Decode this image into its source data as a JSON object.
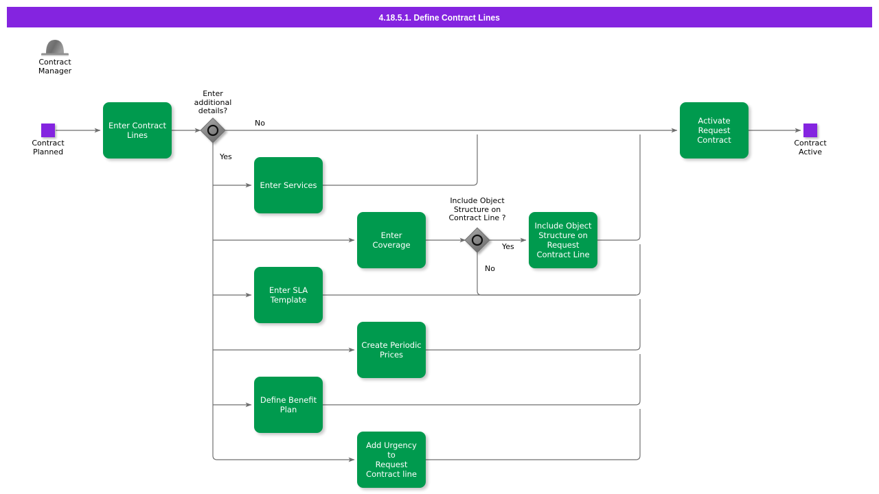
{
  "header": {
    "title": "4.18.5.1. Define Contract Lines",
    "bg_color": "#8424e0",
    "text_color": "#ffffff"
  },
  "colors": {
    "task_green": "#009a4e",
    "event_purple": "#8424e0",
    "gateway_gray": "#808080",
    "flow_line": "#6e6e6e",
    "text_dark": "#000000",
    "task_text": "#ffffff"
  },
  "lane": {
    "actor_icon": "bowler-hat-icon",
    "actor_label": "Contract\nManager"
  },
  "events": [
    {
      "id": "start",
      "type": "start-event",
      "label": "Contract\nPlanned",
      "color": "#8424e0"
    },
    {
      "id": "end",
      "type": "end-event",
      "label": "Contract\nActive",
      "color": "#8424e0"
    }
  ],
  "gateways": [
    {
      "id": "gw-additional-details",
      "type": "inclusive-gateway",
      "label": "Enter\nadditional\ndetails?",
      "outcomes": [
        "No",
        "Yes"
      ]
    },
    {
      "id": "gw-include-object-structure",
      "type": "inclusive-gateway",
      "label": "Include Object\nStructure on\nContract Line ?",
      "outcomes": [
        "Yes",
        "No"
      ]
    }
  ],
  "tasks": [
    {
      "id": "enter-contract-lines",
      "label": "Enter Contract\nLines"
    },
    {
      "id": "enter-services",
      "label": "Enter Services"
    },
    {
      "id": "enter-coverage",
      "label": "Enter Coverage"
    },
    {
      "id": "enter-sla-template",
      "label": "Enter SLA\nTemplate"
    },
    {
      "id": "create-periodic-prices",
      "label": "Create Periodic\nPrices"
    },
    {
      "id": "define-benefit-plan",
      "label": "Define Benefit\nPlan"
    },
    {
      "id": "add-urgency",
      "label": "Add Urgency to\nRequest\nContract line"
    },
    {
      "id": "include-object-structure",
      "label": "Include Object\nStructure on\nRequest\nContract Line"
    },
    {
      "id": "activate-request-contract",
      "label": "Activate Request\nContract"
    }
  ],
  "flow_labels": {
    "gw1_no": "No",
    "gw1_yes": "Yes",
    "gw2_yes": "Yes",
    "gw2_no": "No"
  }
}
